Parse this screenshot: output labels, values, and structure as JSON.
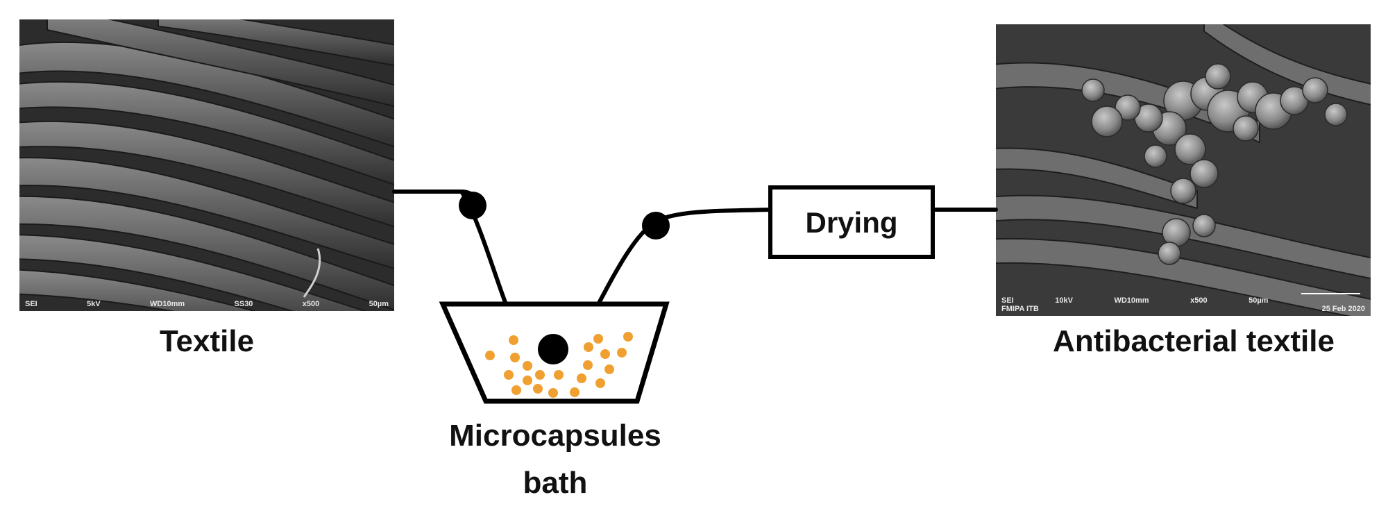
{
  "labels": {
    "textile": "Textile",
    "bath_line1": "Microcapsules",
    "bath_line2": "bath",
    "drying": "Drying",
    "antibacterial": "Antibacterial textile"
  },
  "sem_left": {
    "meta": [
      "SEI",
      "5kV",
      "WD10mm",
      "SS30",
      "x500",
      "50µm"
    ]
  },
  "sem_right": {
    "meta_line1": [
      "SEI",
      "10kV",
      "WD10mm",
      "x500",
      "50µm"
    ],
    "meta_line2": [
      "FMIPA ITB",
      "25 Feb 2020"
    ]
  },
  "colors": {
    "line": "#000000",
    "capsule": "#f0a030",
    "sem_dark": "#2f2f2f",
    "sem_light": "#9a9a9a"
  },
  "icons": {
    "roller": "roller-icon",
    "bath": "bath-container-icon",
    "capsule": "microcapsule-dot-icon"
  }
}
